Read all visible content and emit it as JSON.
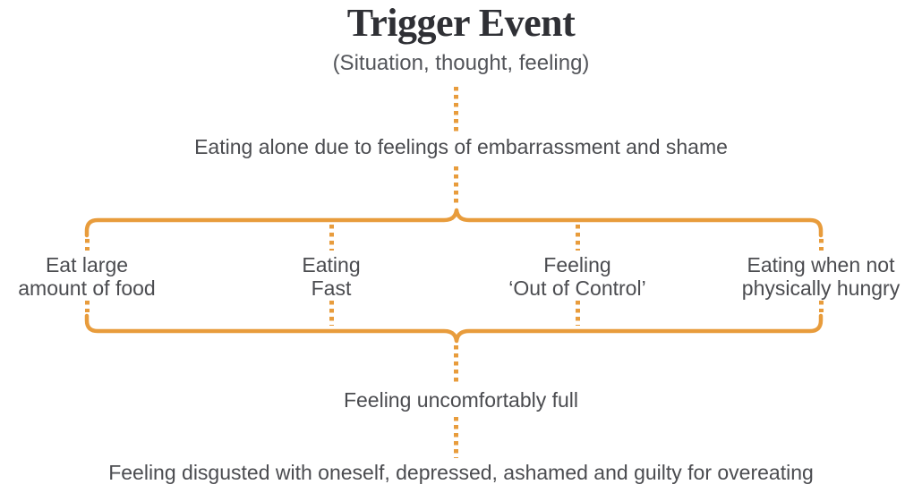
{
  "header": {
    "title": "Trigger Event",
    "subtitle": "(Situation, thought, feeling)"
  },
  "trigger": {
    "example": "Eating alone due to feelings of embarrassment and shame"
  },
  "binge_episode": {
    "behaviors": [
      {
        "label": "Eat large\namount of food"
      },
      {
        "label": "Eating\nFast"
      },
      {
        "label": "Feeling\n‘Out of Control’"
      },
      {
        "label": "Eating when not\nphysically hungry"
      }
    ]
  },
  "aftermath": {
    "immediate": "Feeling uncomfortably full",
    "emotional": "Feeling disgusted with oneself, depressed, ashamed and guilty for overeating"
  },
  "colors": {
    "accent": "#E89C3C",
    "text": "#4B4C50",
    "title": "#2F3035",
    "subtitle": "#53555A"
  }
}
